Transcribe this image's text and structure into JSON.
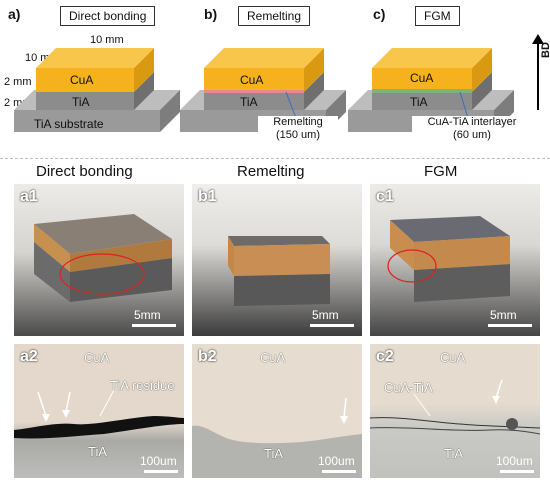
{
  "diagram": {
    "panels": [
      {
        "letter": "a)",
        "title": "Direct bonding"
      },
      {
        "letter": "b)",
        "title": "Remelting"
      },
      {
        "letter": "c)",
        "title": "FGM"
      }
    ],
    "dims": {
      "top": "10 mm",
      "side": "10 mm",
      "cua_h": "2 mm",
      "tia_h": "2 mm"
    },
    "layers": {
      "cua": "CuA",
      "tia": "TiA",
      "substrate": "TiA substrate"
    },
    "remelt_note": "Remelting\n(150 um)",
    "fgm_note": "CuA-TiA interlayer\n(60 um)",
    "build_dir": "BD",
    "colors": {
      "cua": "#f5b21c",
      "cua_top": "#f7c64a",
      "tia": "#8c8c8c",
      "substrate": "#a6a6a6"
    }
  },
  "photos": {
    "titles": [
      "Direct bonding",
      "Remelting",
      "FGM"
    ],
    "row1": [
      {
        "label": "a1",
        "scale": "5mm"
      },
      {
        "label": "b1",
        "scale": "5mm"
      },
      {
        "label": "c1",
        "scale": "5mm"
      }
    ],
    "row2": [
      {
        "label": "a2",
        "scale": "100um",
        "top": "CuA",
        "bottom": "TiA",
        "note": "TiA residue"
      },
      {
        "label": "b2",
        "scale": "100um",
        "top": "CuA",
        "bottom": "TiA"
      },
      {
        "label": "c2",
        "scale": "100um",
        "top": "CuA",
        "bottom": "TiA",
        "note": "CuA-TiA"
      }
    ]
  }
}
